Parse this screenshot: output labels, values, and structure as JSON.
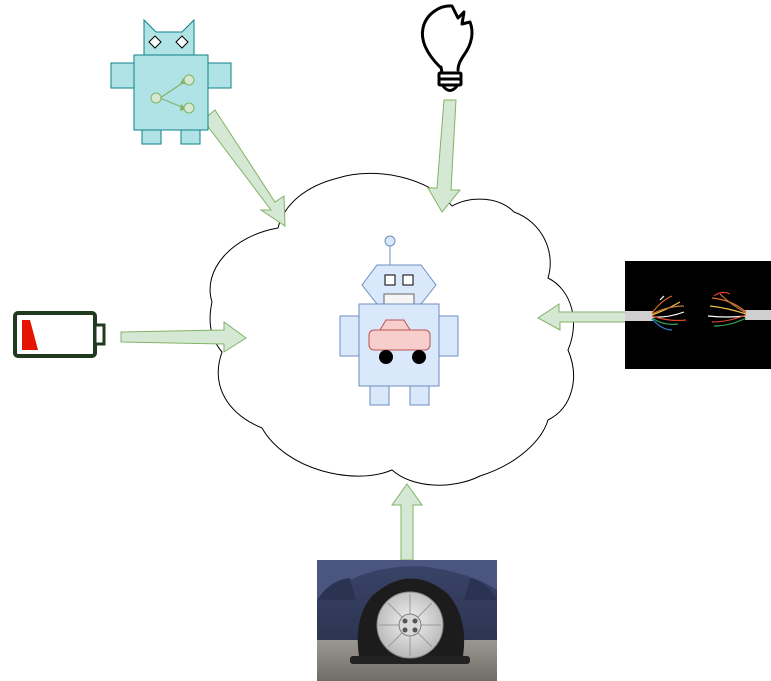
{
  "diagram": {
    "center": {
      "name": "car-robot",
      "colors": {
        "body": "#dae8fc",
        "stroke": "#6c8ebf",
        "car": "#f8cecc",
        "car_stroke": "#b85450"
      }
    },
    "cloud": {
      "fill": "#ffffff",
      "stroke": "#000000"
    },
    "arrow_color": {
      "fill": "#d5e8d4",
      "stroke": "#82b366"
    },
    "inputs": [
      {
        "id": "planner-robot",
        "icon": "planner-robot-icon",
        "color": "#b0e3e6",
        "stroke": "#0e8088"
      },
      {
        "id": "broken-bulb",
        "icon": "broken-lightbulb-icon"
      },
      {
        "id": "low-battery",
        "icon": "low-battery-icon",
        "level_fraction": 0.18,
        "level_color": "#e51400"
      },
      {
        "id": "broken-wires",
        "icon": "broken-wires-icon"
      },
      {
        "id": "flat-tire",
        "icon": "flat-tire-icon"
      }
    ]
  }
}
